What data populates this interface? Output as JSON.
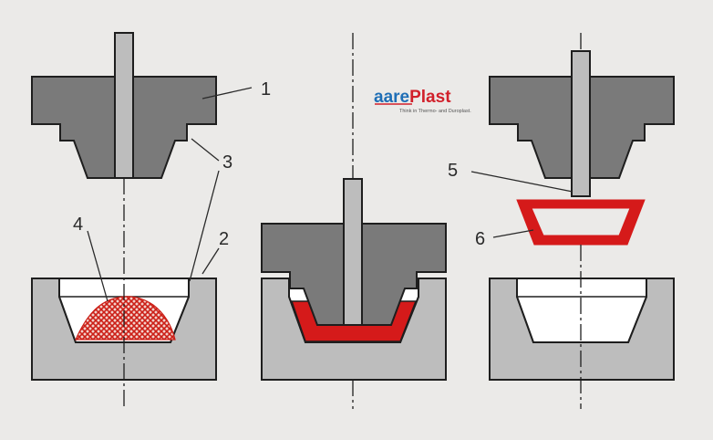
{
  "labels": {
    "n1": "1",
    "n2": "2",
    "n3": "3",
    "n4": "4",
    "n5": "5",
    "n6": "6"
  },
  "logo": {
    "part1": "aare",
    "part2": "Plast",
    "tagline": "Think in Thermo- and Duroplast."
  },
  "colors": {
    "background": "#ebeae8",
    "upper_mold": "#7a7a7a",
    "lower_mold": "#bdbdbd",
    "ejector": "#bdbdbd",
    "molded_part": "#d51a1a",
    "outline": "#1e1e1e",
    "cavity": "#ffffff",
    "brand_blue": "#1f6fb6",
    "brand_red": "#d1202a"
  }
}
